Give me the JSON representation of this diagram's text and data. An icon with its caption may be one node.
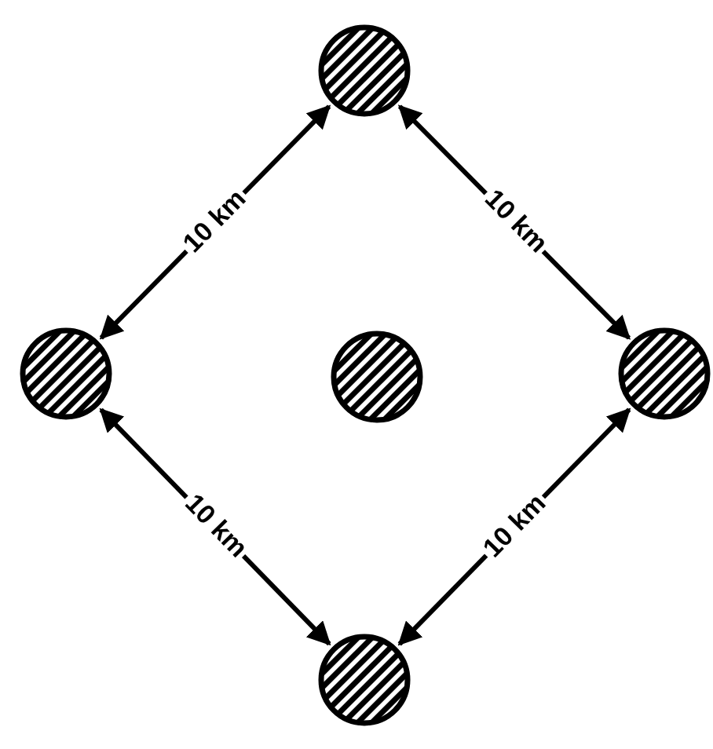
{
  "diagram": {
    "nodes": [
      {
        "text": [],
        "shape": "circle"
      },
      {
        "text": [],
        "shape": "circle"
      },
      {
        "text": [],
        "shape": "circle"
      },
      {
        "text": [],
        "shape": "circle"
      },
      {
        "text": [],
        "shape": "circle"
      }
    ],
    "edges": [
      {
        "from": 0,
        "to": 1,
        "arrow": "both",
        "label": "10 km"
      },
      {
        "from": 0,
        "to": 3,
        "arrow": "both",
        "label": "10 km"
      },
      {
        "from": 1,
        "to": 4,
        "arrow": "both",
        "label": "10 km"
      },
      {
        "from": 3,
        "to": 4,
        "arrow": "both",
        "label": "10 km"
      }
    ]
  }
}
